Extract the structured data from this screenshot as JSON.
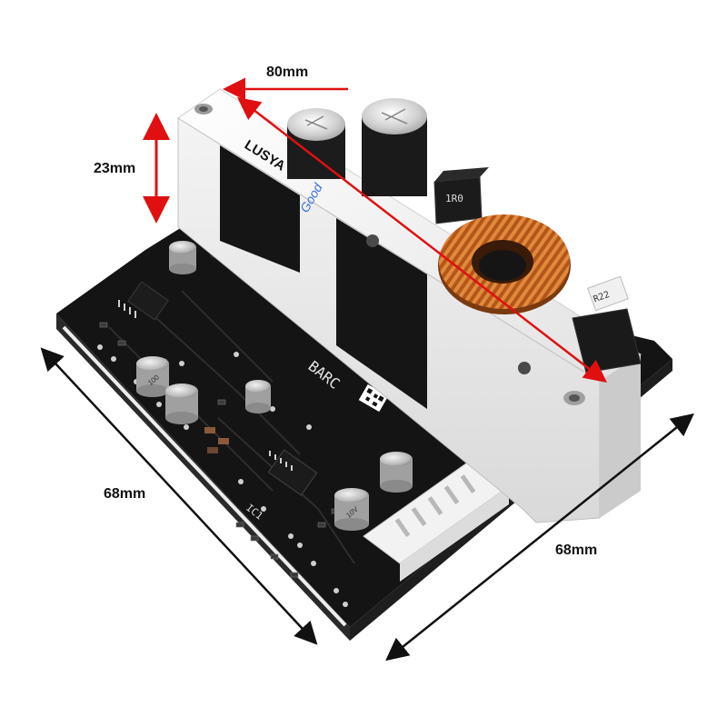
{
  "dimensions": {
    "length": "80mm",
    "height": "23mm",
    "depth_left": "68mm",
    "depth_right": "68mm"
  },
  "board": {
    "brand": "LUSYA",
    "stamp": "Good",
    "silkscreen_barcode": "BARC",
    "inductor_marking": "1R0",
    "resistor_marking": "R22",
    "ic_marking": "IC1",
    "cap_marking_1": "100",
    "cap_marking_2": "10V"
  },
  "colors": {
    "pcb": "#141414",
    "heatsink": "#e8e8e8",
    "arrow": "#e01010",
    "copper": "#c8621a",
    "dim_line": "#111111"
  }
}
